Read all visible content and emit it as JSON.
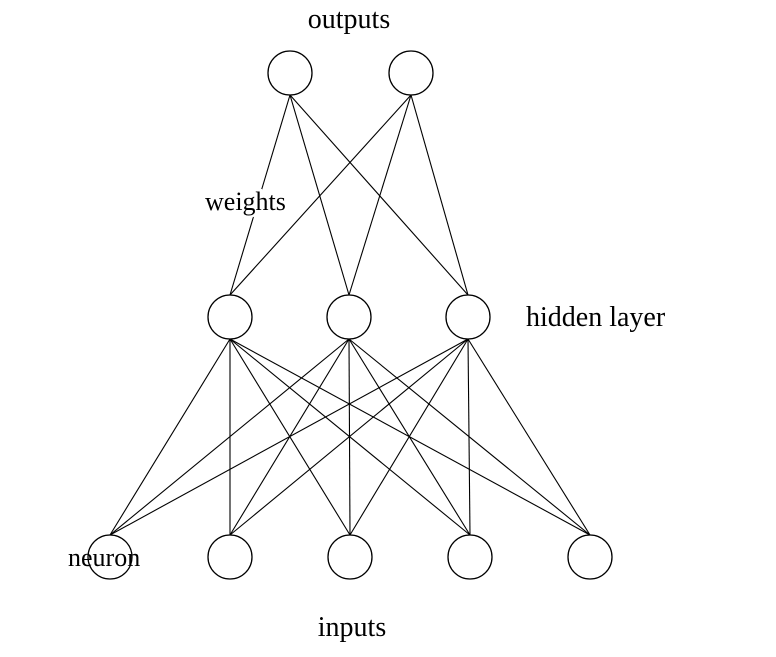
{
  "labels": {
    "outputs": "outputs",
    "weights": "weights",
    "hidden_layer": "hidden layer",
    "neuron": "neuron",
    "inputs": "inputs"
  },
  "network": {
    "input_count": 5,
    "hidden_count": 3,
    "output_count": 2,
    "fully_connected": true
  },
  "colors": {
    "stroke": "#000000",
    "background": "#ffffff",
    "node_fill": "#ffffff"
  }
}
